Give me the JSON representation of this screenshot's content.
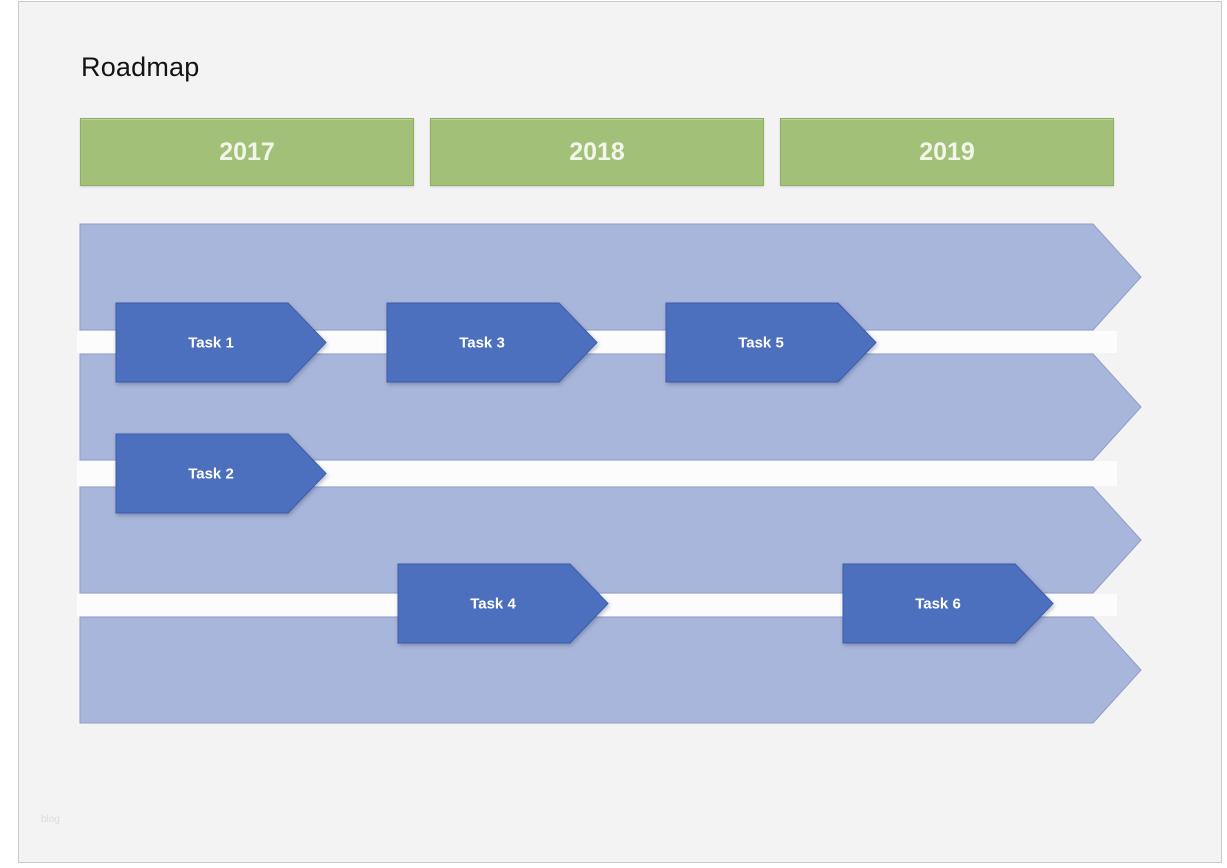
{
  "window": {
    "title": "Roadmap",
    "watermark": "blog"
  },
  "timeline": {
    "years": [
      {
        "label": "2017"
      },
      {
        "label": "2018"
      },
      {
        "label": "2019"
      }
    ],
    "lane_count": 4
  },
  "tasks": [
    {
      "label": "Task 1"
    },
    {
      "label": "Task 2"
    },
    {
      "label": "Task 3"
    },
    {
      "label": "Task 4"
    },
    {
      "label": "Task 5"
    },
    {
      "label": "Task 6"
    }
  ],
  "colors": {
    "page_background": "#f3f3f4",
    "page_border": "#c9c9c9",
    "year_fill": "#a3c078",
    "year_border": "#8fb05f",
    "year_text": "#f2f6e9",
    "lane_fill": "#a9b6db",
    "lane_border": "#8e9dc7",
    "task_fill": "#4c70bd",
    "task_border": "#3d5ca8",
    "task_text": "#ffffff",
    "gap_strip": "#fcfcfc",
    "title_text": "#141414"
  }
}
